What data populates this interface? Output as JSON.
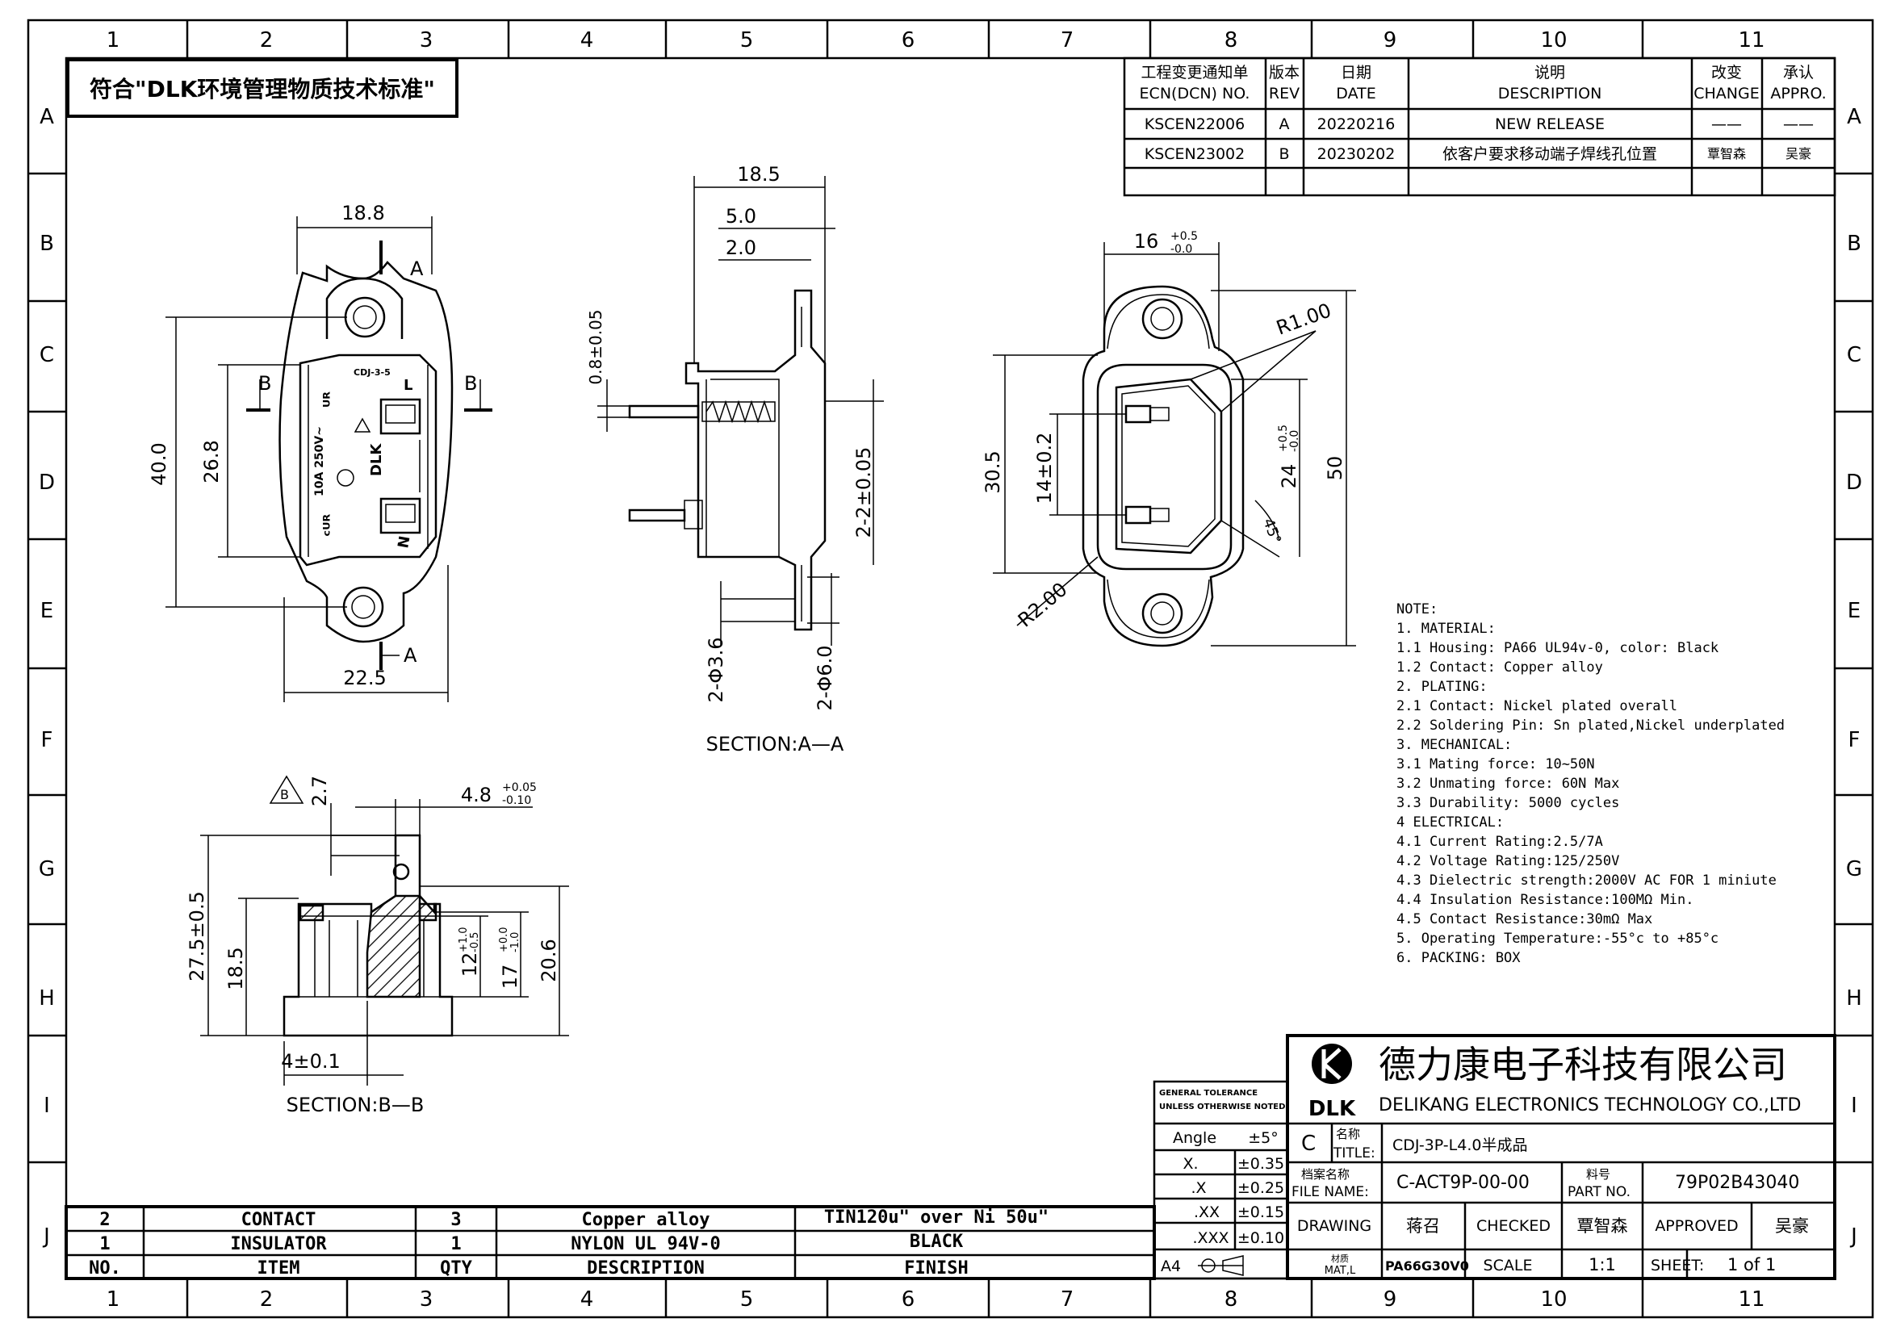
{
  "grid": {
    "columns": [
      "1",
      "2",
      "3",
      "4",
      "5",
      "6",
      "7",
      "8",
      "9",
      "10",
      "11"
    ],
    "rows": [
      "A",
      "B",
      "C",
      "D",
      "E",
      "F",
      "G",
      "H",
      "I",
      "J"
    ]
  },
  "compliance": "符合\"DLK环境管理物质技术标准\"",
  "revision_table": {
    "headers": [
      {
        "cn": "工程变更通知单",
        "en": "ECN(DCN) NO."
      },
      {
        "cn": "版本",
        "en": "REV"
      },
      {
        "cn": "日期",
        "en": "DATE"
      },
      {
        "cn": "说明",
        "en": "DESCRIPTION"
      },
      {
        "cn": "改变",
        "en": "CHANGE"
      },
      {
        "cn": "承认",
        "en": "APPRO."
      }
    ],
    "rows": [
      {
        "ecn": "KSCEN22006",
        "rev": "A",
        "date": "20220216",
        "desc": "NEW RELEASE",
        "change": "——",
        "appro": "——"
      },
      {
        "ecn": "KSCEN23002",
        "rev": "B",
        "date": "20230202",
        "desc": "依客户要求移动端子焊线孔位置",
        "change": "覃智森",
        "appro": "吴豪"
      }
    ]
  },
  "front_view": {
    "dims": {
      "top_width": "18.8",
      "bottom_width": "22.5",
      "height": "40.0",
      "inner_height": "26.8"
    },
    "section_marks": {
      "a": "A",
      "b": "B"
    },
    "marking": {
      "model": "CDJ-3-5",
      "rating": "10A 250V~",
      "brand": "DLK",
      "terminal_l": "L",
      "terminal_n": "N"
    }
  },
  "section_aa": {
    "dims": {
      "total": "18.5",
      "d1": "5.0",
      "d2": "2.0",
      "d3": "0.8±0.05",
      "d4": "2-2±0.05",
      "hole1": "2-Φ3.6",
      "hole2": "2-Φ6.0"
    },
    "caption": "SECTION:A—A"
  },
  "right_view": {
    "dims": {
      "width": "16",
      "width_tol_up": "+0.5",
      "width_tol_dn": "-0.0",
      "r1": "R1.00",
      "r2": "R2.00",
      "h1": "30.5",
      "h2": "14±0.2",
      "h3": "24",
      "h3_tol_up": "+0.5",
      "h3_tol_dn": "-0.0",
      "h4": "50",
      "angle": "45°"
    }
  },
  "section_bb": {
    "dims": {
      "d1": "2.7",
      "d2": "4.8",
      "d2_tol_up": "+0.05",
      "d2_tol_dn": "-0.10",
      "d3": "27.5±0.5",
      "d4": "18.5",
      "d5": "12",
      "d5_tol_up": "+1.0",
      "d5_tol_dn": "-0.5",
      "d6": "17",
      "d6_tol_up": "+0.0",
      "d6_tol_dn": "-1.0",
      "d7": "20.6",
      "d8": "4±0.1"
    },
    "rev_tag": "B",
    "caption": "SECTION:B—B"
  },
  "notes": [
    "NOTE:",
    "1. MATERIAL:",
    "1.1 Housing: PA66 UL94v-0, color: Black",
    "1.2 Contact: Copper alloy",
    "2. PLATING:",
    "2.1 Contact: Nickel plated overall",
    "2.2 Soldering Pin: Sn plated,Nickel underplated",
    "3.   MECHANICAL:",
    "3.1 Mating force: 10~50N",
    "3.2 Unmating force: 60N Max",
    "3.3 Durability: 5000 cycles",
    "4   ELECTRICAL:",
    "4.1 Current Rating:2.5/7A",
    "4.2 Voltage Rating:125/250V",
    "4.3 Dielectric strength:2000V AC FOR 1 miniute",
    "4.4 Insulation Resistance:100MΩ Min.",
    "4.5 Contact Resistance:30mΩ Max",
    "5. Operating Temperature:-55°c to +85°c",
    "6. PACKING: BOX"
  ],
  "bom": {
    "rows": [
      {
        "no": "2",
        "item": "CONTACT",
        "qty": "3",
        "desc": "Copper alloy",
        "finish": "TIN120u\" over Ni 50u\""
      },
      {
        "no": "1",
        "item": "INSULATOR",
        "qty": "1",
        "desc": "NYLON UL 94V-0",
        "finish": "BLACK"
      }
    ],
    "headers": {
      "no": "NO.",
      "item": "ITEM",
      "qty": "QTY",
      "desc": "DESCRIPTION",
      "finish": "FINISH"
    }
  },
  "tolerance": {
    "title1": "GENERAL TOLERANCE",
    "title2": "UNLESS OTHERWISE NOTED",
    "rows": [
      {
        "k": "Angle",
        "v": "±5°"
      },
      {
        "k": "X.",
        "v": "±0.35"
      },
      {
        "k": ".X",
        "v": "±0.25"
      },
      {
        "k": ".XX",
        "v": "±0.15"
      },
      {
        "k": ".XXX",
        "v": "±0.10"
      }
    ],
    "paper": "A4"
  },
  "title_block": {
    "company_cn": "德力康电子科技有限公司",
    "company_en": "DELIKANG ELECTRONICS TECHNOLOGY CO.,LTD",
    "logo_text": "DLK",
    "rev": "C",
    "title_label_cn": "名称",
    "title_label_en": "TITLE:",
    "title": "CDJ-3P-L4.0半成品",
    "file_label_cn": "档案名称",
    "file_label_en": "FILE NAME:",
    "file": "C-ACT9P-00-00",
    "part_label_cn": "料号",
    "part_label_en": "PART NO.",
    "part": "79P02B43040",
    "drawing_label": "DRAWING",
    "drawing": "蒋召",
    "checked_label": "CHECKED",
    "checked": "覃智森",
    "approved_label": "APPROVED",
    "approved": "吴豪",
    "mat_label_cn": "材质",
    "mat_label_en": "MAT,L",
    "mat": "PA66G30V0",
    "scale_label": "SCALE",
    "scale": "1:1",
    "sheet_label": "SHEET:",
    "sheet": "1 of 1"
  }
}
